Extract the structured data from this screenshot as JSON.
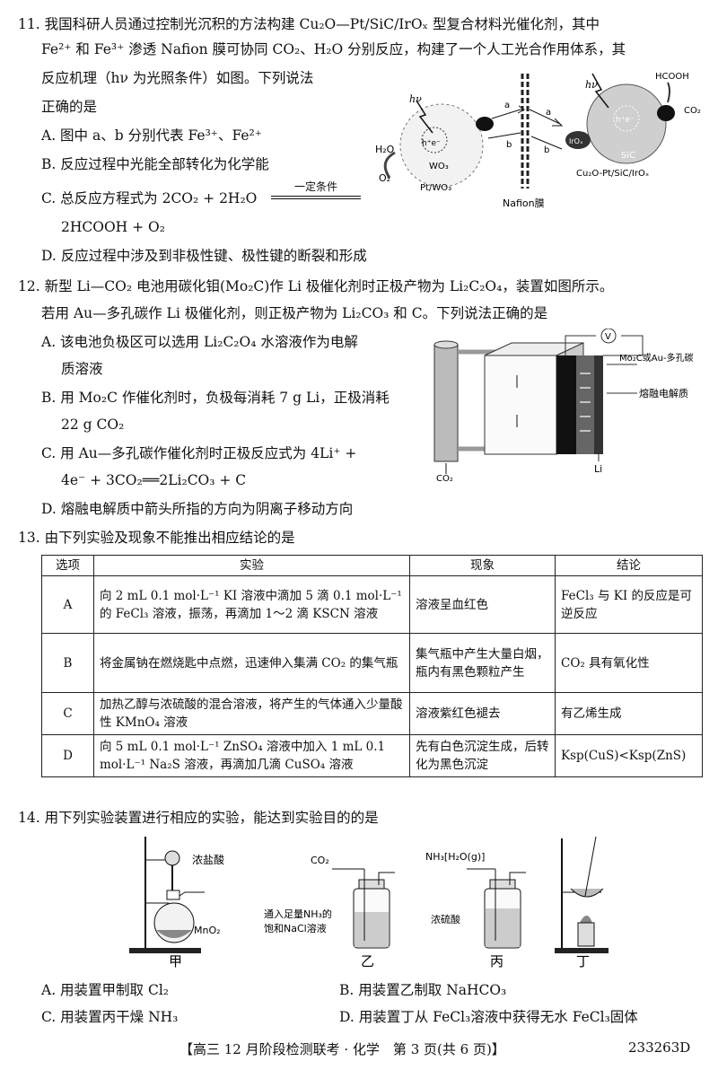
{
  "q11": {
    "stem1": "11. 我国科研人员通过控制光沉积的方法构建 Cu₂O—Pt/SiC/IrOₓ 型复合材料光催化剂，其中",
    "stem2": "Fe²⁺ 和 Fe³⁺ 渗透 Nafion 膜可协同 CO₂、H₂O 分别反应，构建了一个人工光合作用体系，其",
    "stem3": "反应机理（hν 为光照条件）如图。下列说法",
    "stem4": "正确的是",
    "optA": "A. 图中 a、b 分别代表 Fe³⁺、Fe²⁺",
    "optB": "B. 反应过程中光能全部转化为化学能",
    "optC1": "C. 总反应方程式为 2CO₂ + 2H₂O",
    "optC_cond": "一定条件",
    "optC2": "2HCOOH + O₂",
    "optD": "D. 反应过程中涉及到非极性键、极性键的断裂和形成",
    "fig": {
      "hv_left": "hν",
      "h2o": "H₂O",
      "o2": "O₂",
      "wo3": "WO₃",
      "pt_wo3": "Pt/WO₃",
      "h_e_left": "h⁺e⁻",
      "a1": "a",
      "b1": "b",
      "a2": "a",
      "b2": "b",
      "nafion": "Nafion膜",
      "hv_right": "hν",
      "hcooh": "HCOOH",
      "co2": "CO₂",
      "sic": "SiC",
      "h_e_right": "h⁺e⁻",
      "iro": "IrOₓ",
      "cat": "Cu₂O-Pt/SiC/IrOₓ"
    }
  },
  "q12": {
    "stem1": "12. 新型 Li—CO₂ 电池用碳化钼(Mo₂C)作 Li 极催化剂时正极产物为 Li₂C₂O₄，装置如图所示。",
    "stem2": "若用 Au—多孔碳作 Li 极催化剂，则正极产物为 Li₂CO₃ 和 C。下列说法正确的是",
    "optA1": "A. 该电池负极区可以选用 Li₂C₂O₄ 水溶液作为电解",
    "optA2": "质溶液",
    "optB1": "B. 用 Mo₂C 作催化剂时，负极每消耗 7 g Li，正极消耗",
    "optB2": "22 g CO₂",
    "optC1": "C. 用 Au—多孔碳作催化剂时正极反应式为 4Li⁺ +",
    "optC2": "4e⁻ + 3CO₂══2Li₂CO₃ + C",
    "optD": "D. 熔融电解质中箭头所指的方向为阴离子移动方向",
    "fig": {
      "v": "V",
      "cat_label": "Mo₂C或Au-多孔碳",
      "electrolyte": "熔融电解质",
      "li": "Li",
      "co2": "CO₂"
    }
  },
  "q13": {
    "stem": "13. 由下列实验及现象不能推出相应结论的是",
    "headers": [
      "选项",
      "实验",
      "现象",
      "结论"
    ],
    "rows": [
      {
        "opt": "A",
        "exp": "向 2 mL 0.1 mol·L⁻¹ KI 溶液中滴加 5 滴 0.1 mol·L⁻¹的 FeCl₃ 溶液，振荡，再滴加 1～2 滴 KSCN 溶液",
        "phen": "溶液呈血红色",
        "concl": "FeCl₃ 与 KI 的反应是可逆反应"
      },
      {
        "opt": "B",
        "exp": "将金属钠在燃烧匙中点燃，迅速伸入集满 CO₂ 的集气瓶",
        "phen": "集气瓶中产生大量白烟，瓶内有黑色颗粒产生",
        "concl": "CO₂ 具有氧化性"
      },
      {
        "opt": "C",
        "exp": "加热乙醇与浓硫酸的混合溶液，将产生的气体通入少量酸性 KMnO₄ 溶液",
        "phen": "溶液紫红色褪去",
        "concl": "有乙烯生成"
      },
      {
        "opt": "D",
        "exp": "向 5 mL 0.1 mol·L⁻¹ ZnSO₄ 溶液中加入 1 mL 0.1 mol·L⁻¹ Na₂S 溶液，再滴加几滴 CuSO₄ 溶液",
        "phen": "先有白色沉淀生成，后转化为黑色沉淀",
        "concl": "Ksp(CuS)<Ksp(ZnS)"
      }
    ]
  },
  "q14": {
    "stem": "14. 用下列实验装置进行相应的实验，能达到实验目的的是",
    "fig": {
      "hcl": "浓盐酸",
      "mno2": "MnO₂",
      "jia": "甲",
      "co2": "CO₂",
      "nh3_note1": "通入足量NH₃的",
      "nh3_note2": "饱和NaCl溶液",
      "yi": "乙",
      "nh3_gas": "NH₃[H₂O(g)]",
      "h2so4": "浓硫酸",
      "bing": "丙",
      "ding": "丁"
    },
    "optA": "A. 用装置甲制取 Cl₂",
    "optB": "B. 用装置乙制取 NaHCO₃",
    "optC": "C. 用装置丙干燥 NH₃",
    "optD": "D. 用装置丁从 FeCl₃溶液中获得无水 FeCl₃固体"
  },
  "footer": {
    "center": "【高三 12 月阶段检测联考 · 化学　第 3 页(共 6 页)】",
    "code": "233263D"
  }
}
